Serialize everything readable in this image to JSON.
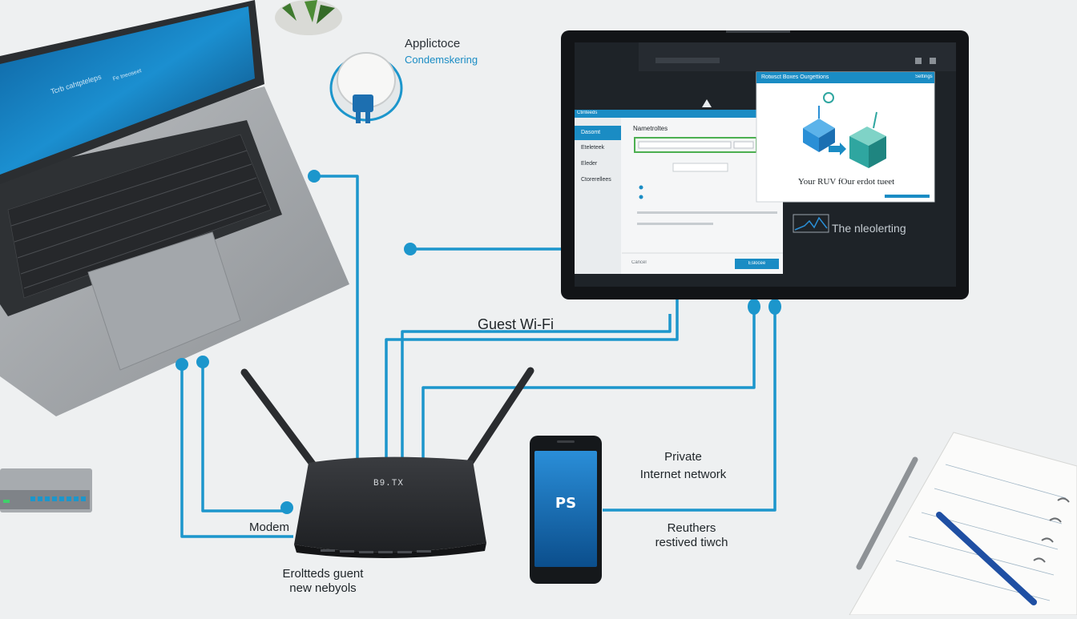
{
  "labels": {
    "top_app_line1": "Applictoce",
    "top_app_line2": "Condemskering",
    "guest_wifi": "Guest Wi-Fi",
    "private_line1": "Private",
    "private_line2": "Internet network",
    "routers_line1": "Reuthers",
    "routers_line2": "restived tiwch",
    "modem": "Modem",
    "guest_net_line1": "Eroltteds guent",
    "guest_net_line2": "new nebyols",
    "router_brand": "Β9.ΤΧ",
    "tablet_status": "The nleolerting",
    "dialog_caption": "Your RUV fOur erdot tueet",
    "dialog_title": "Rotwsct Boxes Ourgettions",
    "dialog_link": "Settings",
    "settings_heading": "Nametroltes",
    "side_item_1": "Dasomt",
    "side_item_2": "Eteleteek",
    "side_item_3": "Eleder",
    "side_item_4": "Ctorerellees",
    "panel_tab": "Ctinteeds",
    "panel_button": "Eslocee",
    "panel_cancel": "Cancel",
    "laptop_screen_text": "Tcrb cahtpteleps",
    "laptop_screen_small": "Fe tneoseet",
    "phone_logo": "PS"
  },
  "colors": {
    "accent": "#1a8cc4",
    "cable": "#1c96cc",
    "router": "#2b2d30",
    "tablet_bg": "#1c2126",
    "background": "#eef0f1",
    "cube_blue": "#2a8fd6",
    "cube_teal": "#2fa6a0"
  },
  "icons": {
    "phone_logo": "playstation-logo-icon",
    "tablet_chart": "line-chart-icon",
    "network_switch": "network-switch-icon",
    "cable_reel": "cable-reel-icon",
    "pen": "pen-icon",
    "notebook": "notebook-icon",
    "plant": "plant-icon"
  }
}
